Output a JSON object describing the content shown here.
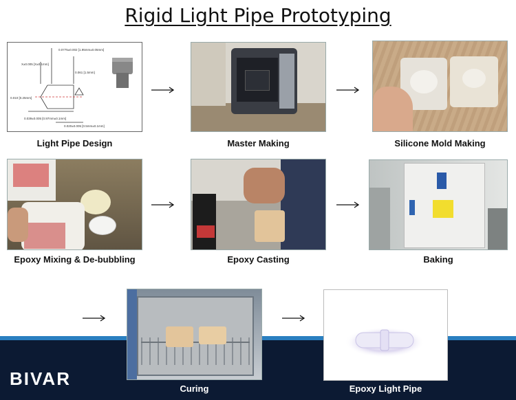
{
  "title": "Rigid Light Pipe Prototyping",
  "brand": {
    "logo_text": "BIVAR",
    "band_color": "#0c1a33",
    "accent": "#2a7fc0"
  },
  "steps": [
    {
      "label": "Light Pipe Design"
    },
    {
      "label": "Master Making"
    },
    {
      "label": "Silicone Mold Making"
    },
    {
      "label": "Epoxy Mixing & De-bubbling"
    },
    {
      "label": "Epoxy Casting"
    },
    {
      "label": "Baking"
    },
    {
      "label": "Curing"
    },
    {
      "label": "Epoxy Light Pipe"
    }
  ],
  "drawing": {
    "dims": [
      "0.0775±0.002 [1.95mm±0.05mm]",
      "X±0.005 [X±0.1mm]",
      "0.061 [1.5mm]",
      "0.010 [0.25mm]",
      "0.039±0.005 [0.97mm±0.1mm]",
      "0.020±0.005 [0.5mm±0.1mm]"
    ]
  }
}
